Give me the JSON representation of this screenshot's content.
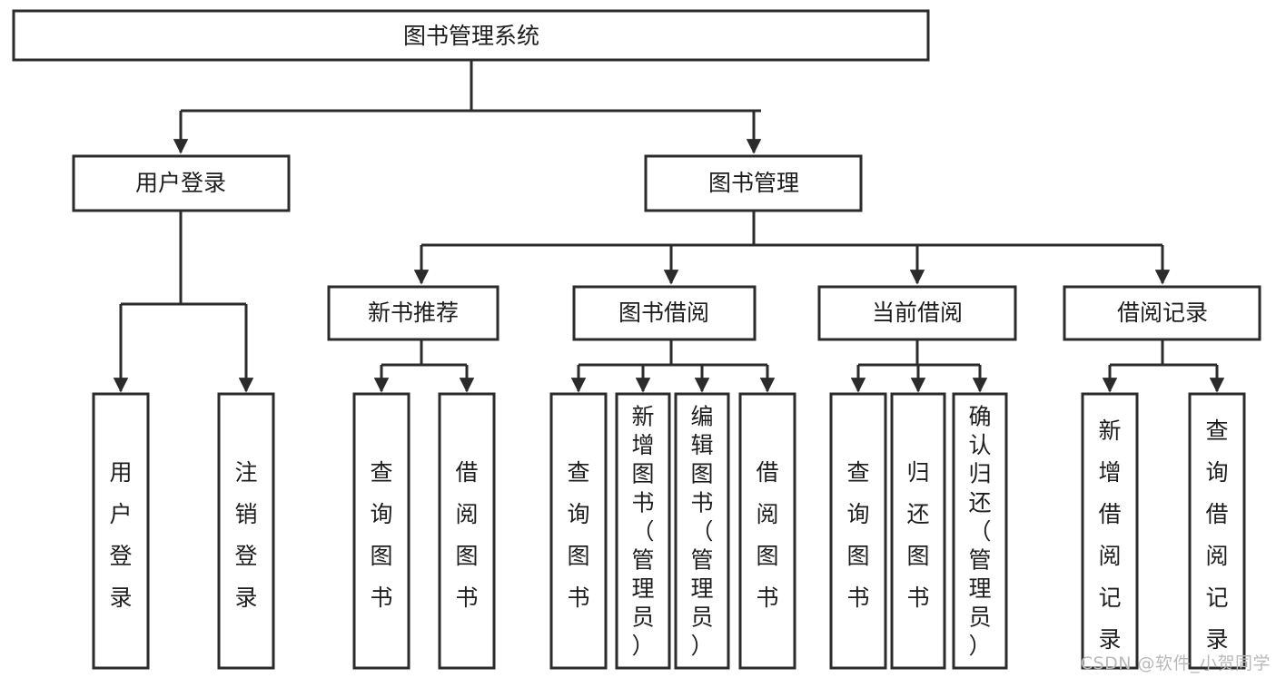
{
  "diagram": {
    "title": "图书管理系统",
    "root": {
      "id": "root",
      "label": "图书管理系统"
    },
    "level2": [
      {
        "id": "user-login",
        "label": "用户登录"
      },
      {
        "id": "book-manage",
        "label": "图书管理"
      }
    ],
    "level3": [
      {
        "id": "new-book-recommend",
        "label": "新书推荐"
      },
      {
        "id": "book-borrow",
        "label": "图书借阅"
      },
      {
        "id": "current-borrow",
        "label": "当前借阅"
      },
      {
        "id": "borrow-record",
        "label": "借阅记录"
      }
    ],
    "leaves": {
      "user-login": [
        {
          "id": "leaf-user-login",
          "label": "用户登录"
        },
        {
          "id": "leaf-logout-login",
          "label": "注销登录"
        }
      ],
      "new-book-recommend": [
        {
          "id": "leaf-query-book-1",
          "label": "查询图书"
        },
        {
          "id": "leaf-borrow-book-1",
          "label": "借阅图书"
        }
      ],
      "book-borrow": [
        {
          "id": "leaf-query-book-2",
          "label": "查询图书"
        },
        {
          "id": "leaf-add-book",
          "label": "新增图书（管理员）"
        },
        {
          "id": "leaf-edit-book",
          "label": "编辑图书（管理员）"
        },
        {
          "id": "leaf-borrow-book-2",
          "label": "借阅图书"
        }
      ],
      "current-borrow": [
        {
          "id": "leaf-query-book-3",
          "label": "查询图书"
        },
        {
          "id": "leaf-return-book",
          "label": "归还图书"
        },
        {
          "id": "leaf-confirm-return",
          "label": "确认归还（管理员）"
        }
      ],
      "borrow-record": [
        {
          "id": "leaf-add-record",
          "label": "新增借阅记录"
        },
        {
          "id": "leaf-query-record",
          "label": "查询借阅记录"
        }
      ]
    }
  },
  "watermark": {
    "text": "CSDN @软件_小贺同学"
  },
  "colors": {
    "stroke": "#2b2b2b",
    "box_fill": "#ffffff",
    "text": "#1d1d1d",
    "watermark": "#b9b9b9",
    "background": "#ffffff"
  }
}
